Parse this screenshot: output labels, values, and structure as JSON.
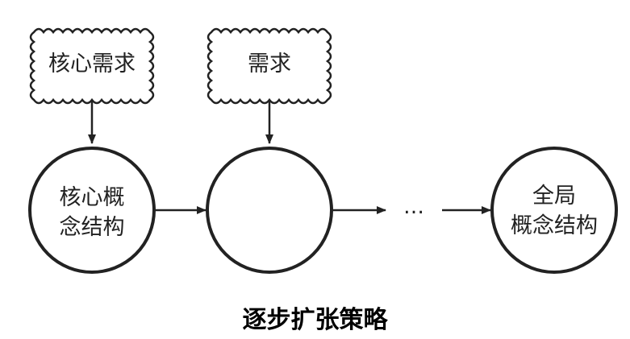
{
  "diagram": {
    "requirements": [
      {
        "label": "核心需求"
      },
      {
        "label": "需求"
      }
    ],
    "nodes": [
      {
        "lines": [
          "核心概",
          "念结构"
        ]
      },
      {
        "lines": []
      },
      {
        "lines": [
          "全局",
          "概念结构"
        ]
      }
    ],
    "ellipsis": "…",
    "caption": "逐步扩张策略"
  }
}
